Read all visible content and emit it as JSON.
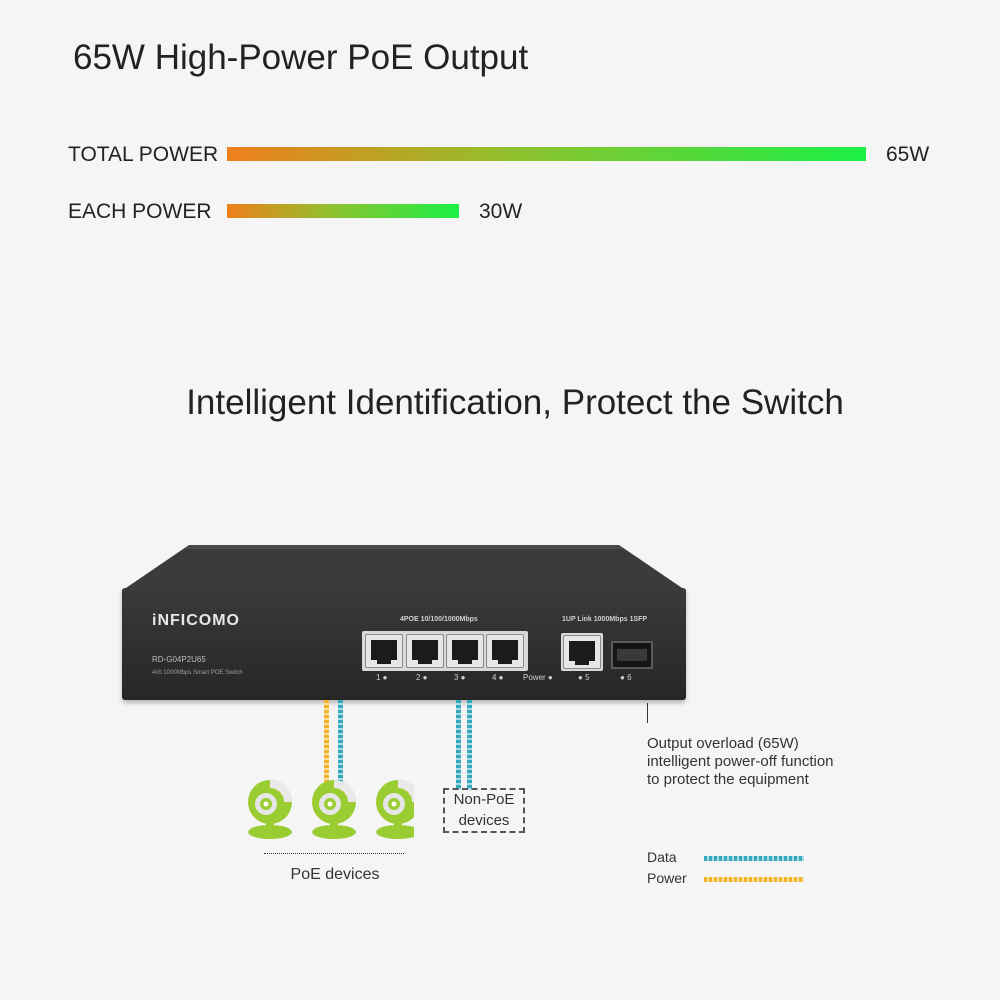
{
  "titles": {
    "power_output": "65W High-Power PoE Output",
    "identification": "Intelligent Identification, Protect the Switch"
  },
  "power_bars": [
    {
      "label": "TOTAL POWER",
      "value": "65W",
      "fraction": 1.0
    },
    {
      "label": "EACH POWER",
      "value": "30W",
      "fraction": 0.3636
    }
  ],
  "colors": {
    "bar_start": "#ef7f1a",
    "bar_end": "#1bf045",
    "data_cable": "#34a9bd",
    "power_cable": "#f2b22a",
    "camera_green": "#9acd32"
  },
  "switch": {
    "brand": "iNFICOMO",
    "model": "RD-G04P2U65",
    "description": "4ch 1000Mbps Smart POE Switch",
    "poe_label": "4POE 10/100/1000Mbps",
    "uplink_label": "1UP Link 1000Mbps 1SFP",
    "ports": [
      "1",
      "2",
      "3",
      "4"
    ],
    "power_indicator": "Power",
    "uplink_port": "5",
    "sfp_port": "6"
  },
  "annotations": {
    "overload_note": [
      "Output overload (65W)",
      "intelligent power-off function",
      "to protect the equipment"
    ],
    "non_poe": [
      "Non-PoE",
      "devices"
    ],
    "poe_devices": "PoE devices"
  },
  "legend": [
    {
      "label": "Data",
      "type": "data"
    },
    {
      "label": "Power",
      "type": "power"
    }
  ]
}
